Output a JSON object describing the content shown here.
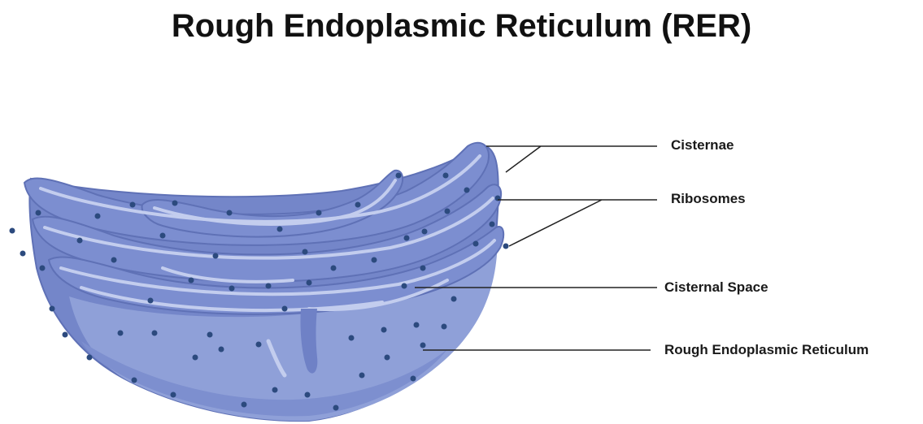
{
  "title": "Rough Endoplasmic Reticulum (RER)",
  "labels": {
    "cisternae": "Cisternae",
    "ribosomes": "Ribosomes",
    "cisternal_space": "Cisternal Space",
    "rer": "Rough Endoplasmic Reticulum"
  },
  "colors": {
    "body": "#8e9fd6",
    "body_dark": "#6e80c4",
    "body_light": "#a5b3e2",
    "outline": "#5f71b6",
    "cisterna_fill": "#7c8ed0",
    "lumen": "#c3cdee",
    "ribosome": "#2c4a7e",
    "leader_line": "#222222"
  }
}
